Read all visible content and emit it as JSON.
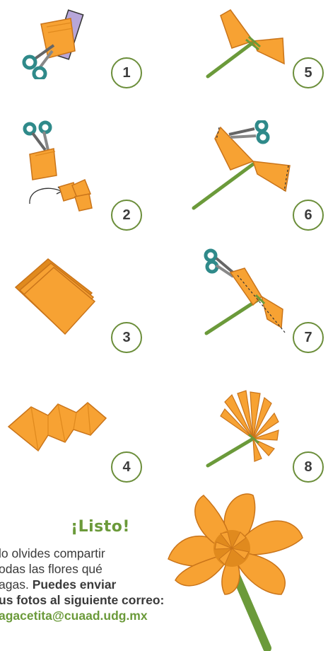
{
  "steps": [
    "1",
    "2",
    "3",
    "4",
    "5",
    "6",
    "7",
    "8"
  ],
  "closing": {
    "title": "¡Listo!",
    "line1": "lo olvides compartir",
    "line2": "odas las flores qué",
    "line3_normal": "agas. ",
    "line3_bold": "Puedes enviar",
    "line4": "us fotos al siguiente correo:",
    "email": "agacetita@cuaad.udg.mx"
  },
  "colors": {
    "paper": "#f7a233",
    "paper_dark": "#e08a1e",
    "stem": "#6b9a3a",
    "scissors": "#2f8a8a",
    "ruler": "#b7a6d9",
    "accent_green": "#6b9a3a"
  }
}
